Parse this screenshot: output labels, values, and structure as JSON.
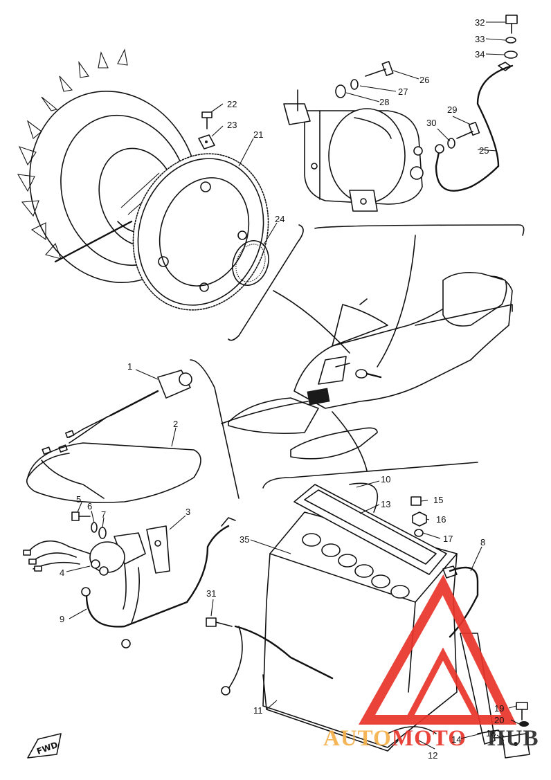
{
  "diagram": {
    "parts": [
      {
        "id": "p1",
        "number": "1"
      },
      {
        "id": "p2",
        "number": "2"
      },
      {
        "id": "p3",
        "number": "3"
      },
      {
        "id": "p4",
        "number": "4"
      },
      {
        "id": "p5",
        "number": "5"
      },
      {
        "id": "p6",
        "number": "6"
      },
      {
        "id": "p7",
        "number": "7"
      },
      {
        "id": "p8",
        "number": "8"
      },
      {
        "id": "p9",
        "number": "9"
      },
      {
        "id": "p10",
        "number": "10"
      },
      {
        "id": "p11",
        "number": "11"
      },
      {
        "id": "p12",
        "number": "12"
      },
      {
        "id": "p13",
        "number": "13"
      },
      {
        "id": "p14",
        "number": "14"
      },
      {
        "id": "p15",
        "number": "15"
      },
      {
        "id": "p16",
        "number": "16"
      },
      {
        "id": "p17",
        "number": "17"
      },
      {
        "id": "p18",
        "number": "18"
      },
      {
        "id": "p19",
        "number": "19"
      },
      {
        "id": "p20",
        "number": "20"
      },
      {
        "id": "p21",
        "number": "21"
      },
      {
        "id": "p22",
        "number": "22"
      },
      {
        "id": "p23",
        "number": "23"
      },
      {
        "id": "p24",
        "number": "24"
      },
      {
        "id": "p25",
        "number": "25"
      },
      {
        "id": "p26",
        "number": "26"
      },
      {
        "id": "p27",
        "number": "27"
      },
      {
        "id": "p28",
        "number": "28"
      },
      {
        "id": "p29",
        "number": "29"
      },
      {
        "id": "p30",
        "number": "30"
      },
      {
        "id": "p31",
        "number": "31"
      },
      {
        "id": "p32",
        "number": "32"
      },
      {
        "id": "p33",
        "number": "33"
      },
      {
        "id": "p34",
        "number": "34"
      },
      {
        "id": "p35",
        "number": "35"
      }
    ],
    "forward_mark": "FWD",
    "watermark": {
      "text_left": "AUTO",
      "text_middle": "MOTO",
      "text_right": "HUB",
      "colors": {
        "orange": "#f5b04a",
        "red": "#e8342a",
        "dark": "#2b2b2b"
      }
    }
  }
}
